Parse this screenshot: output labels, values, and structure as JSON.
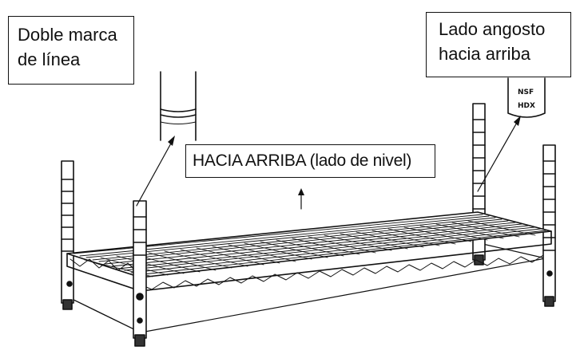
{
  "labels": {
    "double_line_mark": [
      "Doble marca",
      "de línea"
    ],
    "narrow_side_up": [
      "Lado angosto",
      "hacia arriba"
    ],
    "up_level_side": "HACIA ARRIBA (lado de nivel)"
  },
  "sleeve_markings": [
    "NSF",
    "HDX"
  ],
  "colors": {
    "ink": "#111111",
    "background": "#ffffff"
  }
}
